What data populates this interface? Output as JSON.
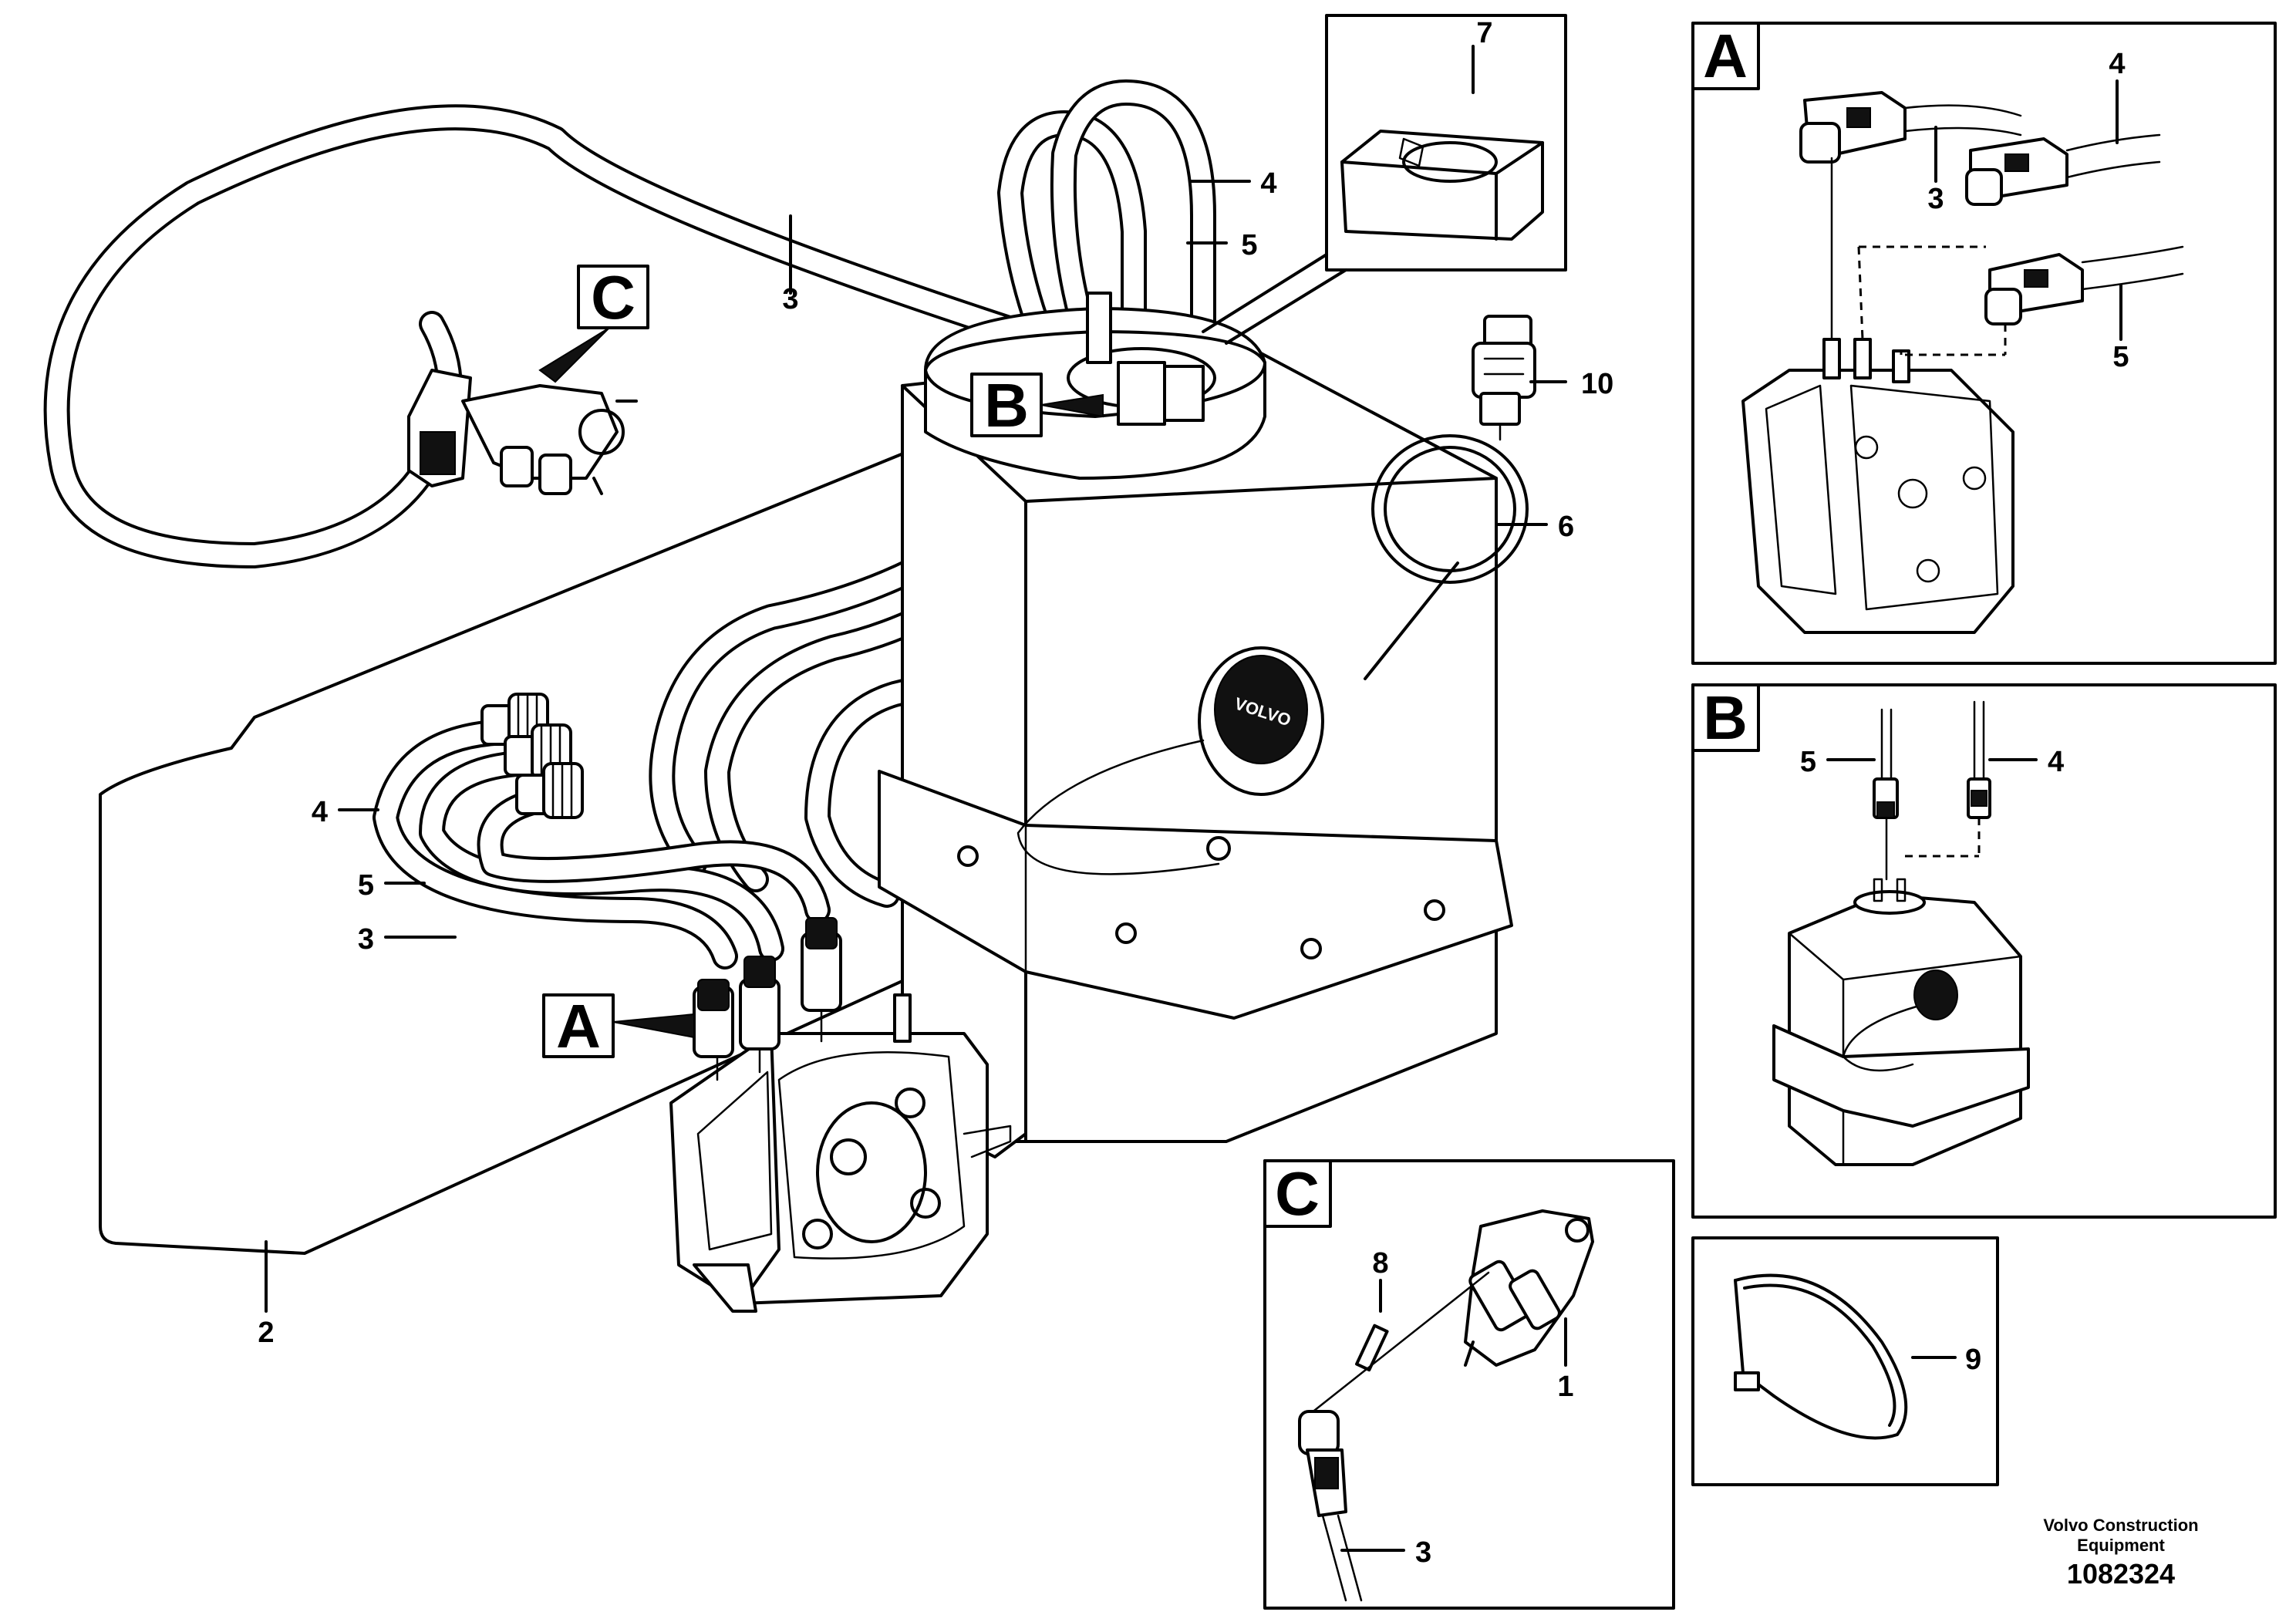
{
  "diagram": {
    "main_labels": {
      "l1": "1",
      "l2": "2",
      "l3a": "3",
      "l3b": "3",
      "l3c": "3",
      "l4a": "4",
      "l4b": "4",
      "l5a": "5",
      "l5b": "5",
      "l6": "6",
      "l7": "7",
      "l8": "8",
      "l9": "9",
      "l10": "10"
    },
    "callouts": {
      "a": "A",
      "b": "B",
      "c": "C"
    },
    "panel_a": {
      "title": "A",
      "l3": "3",
      "l4": "4",
      "l5": "5"
    },
    "panel_b": {
      "title": "B",
      "l4": "4",
      "l5": "5"
    },
    "panel_c": {
      "title": "C",
      "l1": "1",
      "l3": "3",
      "l8": "8"
    },
    "panel_9": {
      "l9": "9"
    },
    "cap_text": "VOLVO"
  },
  "footer": {
    "company_line1": "Volvo Construction",
    "company_line2": "Equipment",
    "part_number": "1082324"
  }
}
